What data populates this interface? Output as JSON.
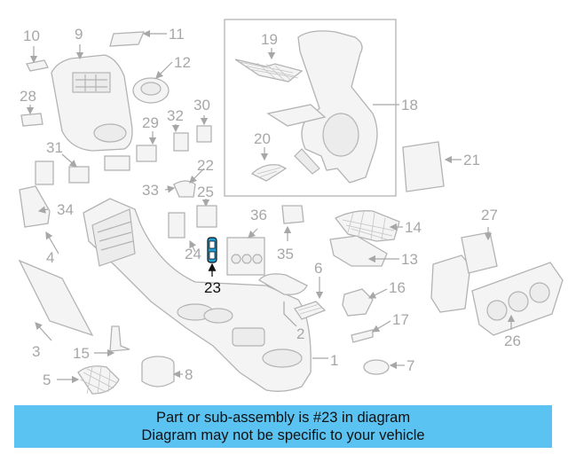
{
  "diagram": {
    "callouts": [
      "1",
      "2",
      "3",
      "4",
      "5",
      "6",
      "7",
      "8",
      "9",
      "10",
      "11",
      "12",
      "13",
      "14",
      "15",
      "16",
      "17",
      "18",
      "19",
      "20",
      "21",
      "22",
      "23",
      "24",
      "25",
      "26",
      "27",
      "28",
      "29",
      "30",
      "31",
      "32",
      "33",
      "34",
      "35",
      "36"
    ],
    "highlighted_callout": "23",
    "highlight_color": "#1f9fd6",
    "label_color": "#a7a7a7"
  },
  "caption": {
    "line1": "Part or sub-assembly is #23 in diagram",
    "line2": "Diagram may not be specific to your vehicle",
    "background": "#5bc3f2"
  }
}
